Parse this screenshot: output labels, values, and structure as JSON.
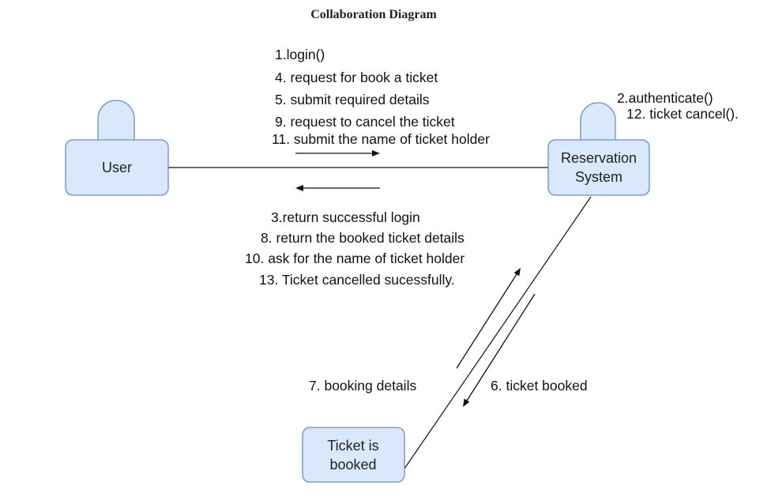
{
  "title": "Collaboration Diagram",
  "nodes": {
    "user": "User",
    "reservation_line1": "Reservation",
    "reservation_line2": "System",
    "ticket_line1": "Ticket is",
    "ticket_line2": "booked"
  },
  "messages_user_to_system": [
    "1.login()",
    "4. request for book a ticket",
    "5. submit required details",
    "9. request to cancel the ticket",
    "11. submit the name of ticket holder"
  ],
  "messages_system_self": [
    "2.authenticate()",
    "12. ticket cancel()."
  ],
  "messages_system_to_user": [
    "3.return successful login",
    "8. return the booked ticket details",
    "10. ask for the name of ticket holder",
    "13. Ticket cancelled sucessfully."
  ],
  "message_ticket_to_system": "7. booking details",
  "message_system_to_ticket": "6. ticket booked",
  "colors": {
    "node_fill": "#dae8fc",
    "node_stroke": "#6c8ebf",
    "line": "#111111"
  }
}
